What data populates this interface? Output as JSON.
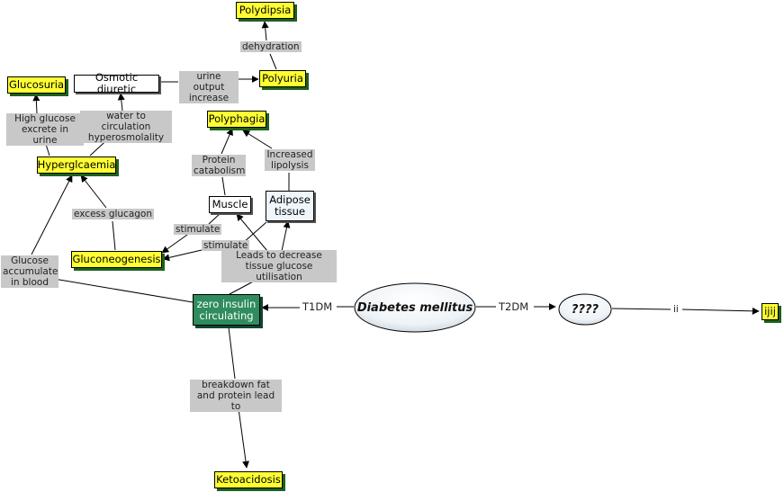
{
  "nodes": {
    "polydipsia": "Polydipsia",
    "polyuria": "Polyuria",
    "glucosuria": "Glucosuria",
    "osmotic_diuretic": "Osmotic diuretic",
    "polyphagia": "Polyphagia",
    "hyperglycaemia": "Hyperglcaemia",
    "muscle": "Muscle",
    "adipose_tissue": "Adipose tissue",
    "gluconeogenesis": "Gluconeogenesis",
    "zero_insulin": "zero insulin circulating",
    "diabetes_mellitus": "Diabetes mellitus",
    "unknown": "????",
    "ijij": "ijij",
    "ketoacidosis": "Ketoacidosis"
  },
  "labels": {
    "dehydration": "dehydration",
    "urine_output": "urine output increase",
    "high_glucose": "High glucose excrete in urine",
    "water_circulation": "water to circulation hyperosmolality",
    "protein_catabolism": "Protein catabolism",
    "increased_lipolysis": "Increased lipolysis",
    "excess_glucagon": "excess glucagon",
    "stimulate_1": "stimulate",
    "stimulate_2": "stimulate",
    "leads_to_decrease": "Leads to decrease tissue glucose utilisation",
    "glucose_accumulate": "Glucose accumulate in blood",
    "t1dm": "T1DM",
    "t2dm": "T2DM",
    "ii": "ii",
    "breakdown": "breakdown fat and protein lead to"
  },
  "colors": {
    "concept_fill": "#ffff33",
    "concept_shadow": "#1f5f1f",
    "insulin_fill": "#2f8c5f",
    "label_fill": "#c8c8c8",
    "line": "#000000"
  }
}
